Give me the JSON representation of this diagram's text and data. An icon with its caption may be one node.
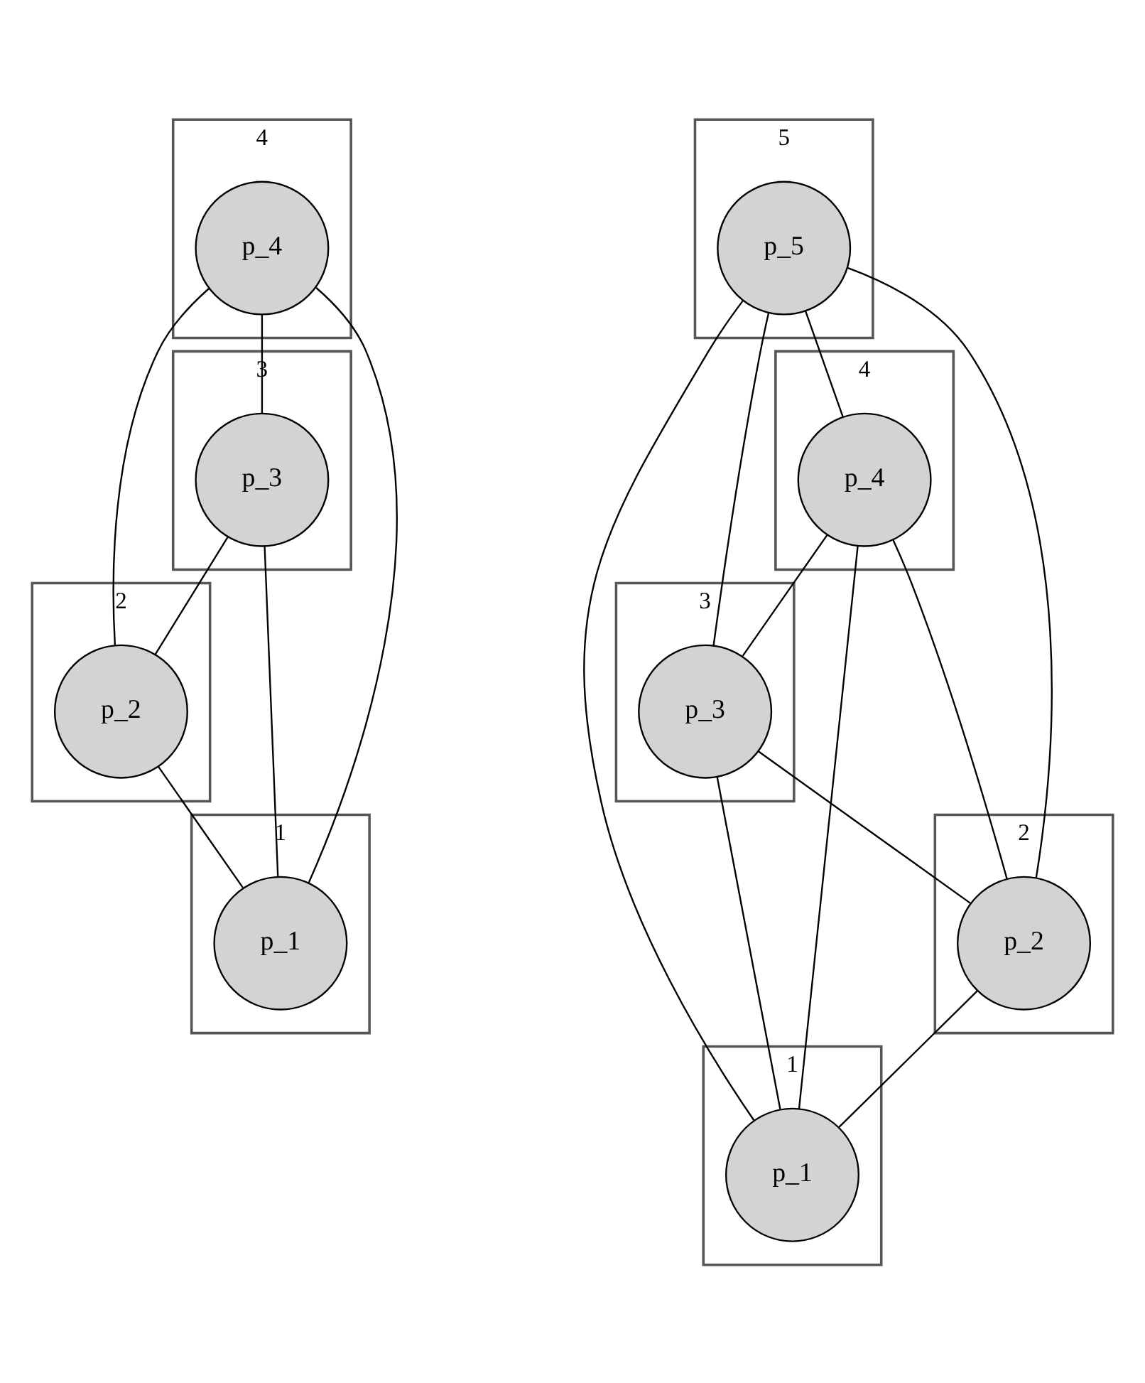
{
  "diagram": {
    "nodes": [
      {
        "text": [
          "4"
        ]
      },
      {
        "text": [
          "p_4"
        ],
        "in": 0
      },
      {
        "text": [
          "3"
        ]
      },
      {
        "text": [
          "p_3"
        ],
        "in": 2
      },
      {
        "text": [
          "2"
        ]
      },
      {
        "text": [
          "p_2"
        ],
        "in": 4
      },
      {
        "text": [
          "1"
        ]
      },
      {
        "text": [
          "p_1"
        ],
        "in": 6
      },
      {
        "text": [
          "5"
        ]
      },
      {
        "text": [
          "p_5"
        ],
        "in": 8
      },
      {
        "text": [
          "4"
        ]
      },
      {
        "text": [
          "p_4"
        ],
        "in": 10
      },
      {
        "text": [
          "3"
        ]
      },
      {
        "text": [
          "p_3"
        ],
        "in": 12
      },
      {
        "text": [
          "2"
        ]
      },
      {
        "text": [
          "p_2"
        ],
        "in": 14
      },
      {
        "text": [
          "1"
        ]
      },
      {
        "text": [
          "p_1"
        ],
        "in": 16
      }
    ],
    "edges": [
      {
        "from": 1,
        "to": 3,
        "arrow": "none"
      },
      {
        "from": 1,
        "to": 5,
        "arrow": "none"
      },
      {
        "from": 1,
        "to": 7,
        "arrow": "none"
      },
      {
        "from": 3,
        "to": 5,
        "arrow": "none"
      },
      {
        "from": 3,
        "to": 7,
        "arrow": "none"
      },
      {
        "from": 5,
        "to": 7,
        "arrow": "none"
      },
      {
        "from": 9,
        "to": 11,
        "arrow": "none"
      },
      {
        "from": 9,
        "to": 13,
        "arrow": "none"
      },
      {
        "from": 9,
        "to": 15,
        "arrow": "none"
      },
      {
        "from": 9,
        "to": 17,
        "arrow": "none"
      },
      {
        "from": 11,
        "to": 13,
        "arrow": "none"
      },
      {
        "from": 11,
        "to": 15,
        "arrow": "none"
      },
      {
        "from": 11,
        "to": 17,
        "arrow": "none"
      },
      {
        "from": 13,
        "to": 15,
        "arrow": "none"
      },
      {
        "from": 13,
        "to": 17,
        "arrow": "none"
      },
      {
        "from": 15,
        "to": 17,
        "arrow": "none"
      }
    ]
  }
}
